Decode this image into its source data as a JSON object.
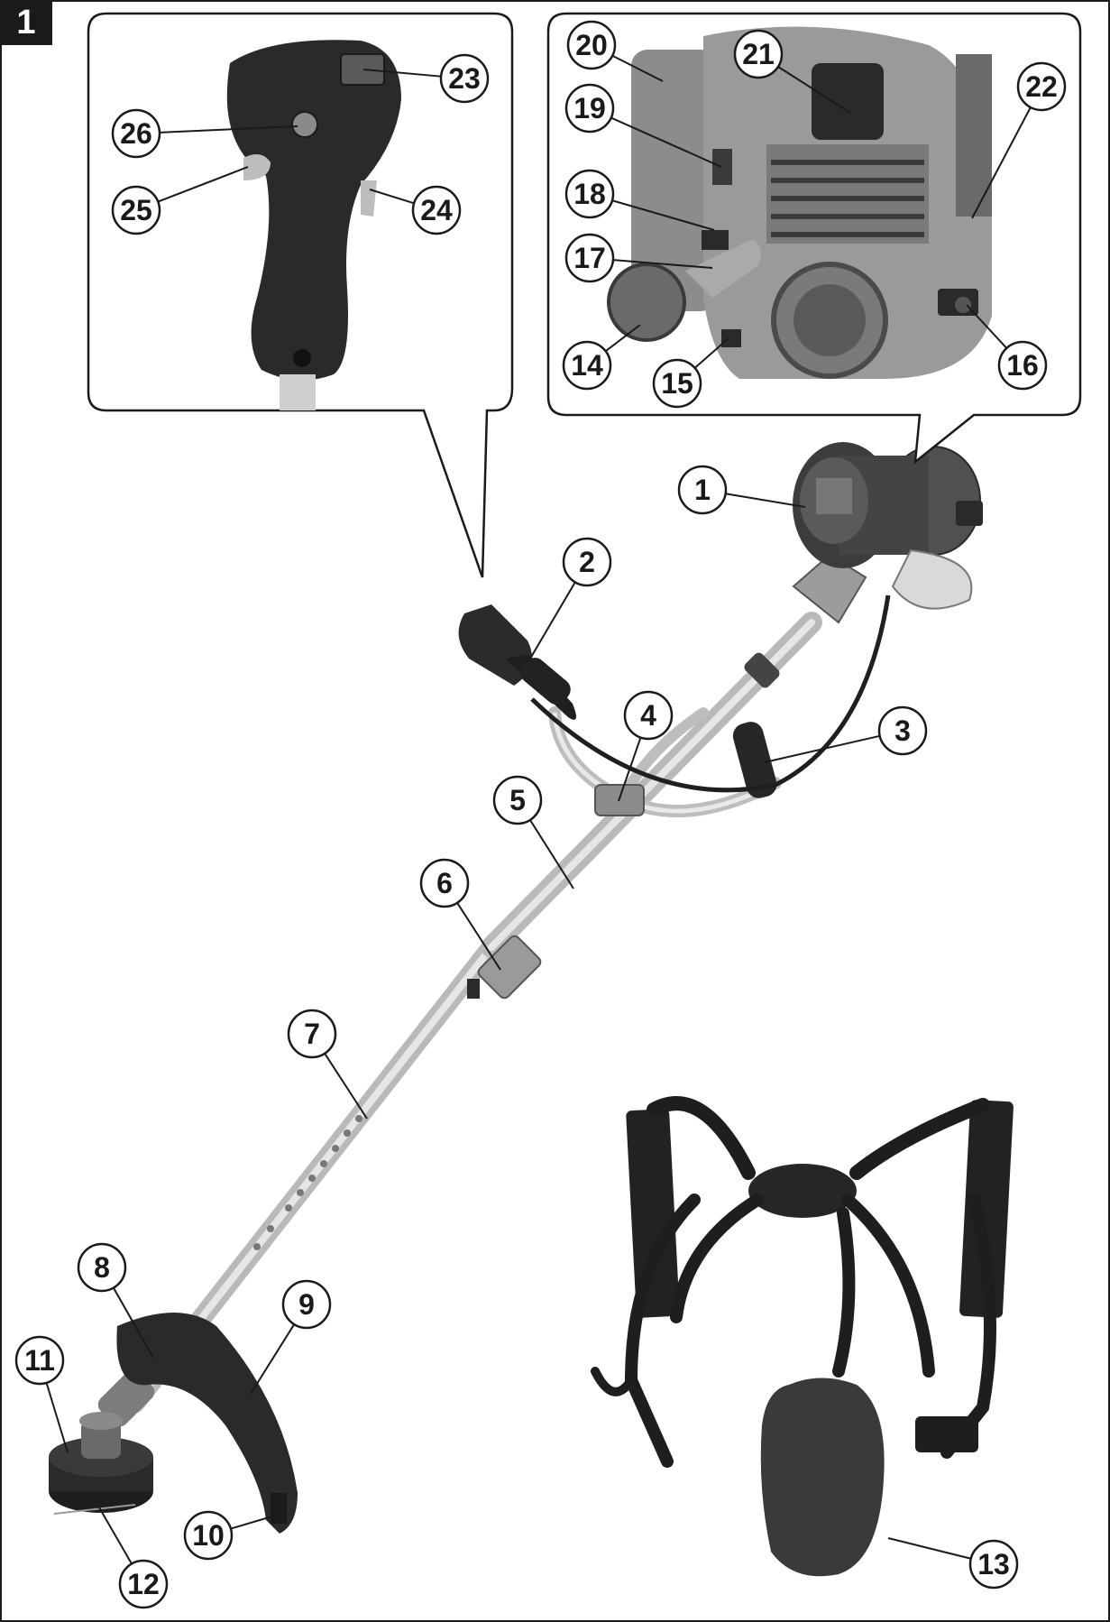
{
  "figure": {
    "number": "1"
  },
  "colors": {
    "ink": "#1a1a1a",
    "body": "#4a4a4a",
    "dark": "#2b2b2b",
    "metal": "#cfcfcf",
    "panel_bg": "#ffffff"
  },
  "callouts": [
    {
      "id": "c1",
      "label": "1"
    },
    {
      "id": "c2",
      "label": "2"
    },
    {
      "id": "c3",
      "label": "3"
    },
    {
      "id": "c4",
      "label": "4"
    },
    {
      "id": "c5",
      "label": "5"
    },
    {
      "id": "c6",
      "label": "6"
    },
    {
      "id": "c7",
      "label": "7"
    },
    {
      "id": "c8",
      "label": "8"
    },
    {
      "id": "c9",
      "label": "9"
    },
    {
      "id": "c10",
      "label": "10"
    },
    {
      "id": "c11",
      "label": "11"
    },
    {
      "id": "c12",
      "label": "12"
    },
    {
      "id": "c13",
      "label": "13"
    },
    {
      "id": "c14",
      "label": "14"
    },
    {
      "id": "c15",
      "label": "15"
    },
    {
      "id": "c16",
      "label": "16"
    },
    {
      "id": "c17",
      "label": "17"
    },
    {
      "id": "c18",
      "label": "18"
    },
    {
      "id": "c19",
      "label": "19"
    },
    {
      "id": "c20",
      "label": "20"
    },
    {
      "id": "c21",
      "label": "21"
    },
    {
      "id": "c22",
      "label": "22"
    },
    {
      "id": "c23",
      "label": "23"
    },
    {
      "id": "c24",
      "label": "24"
    },
    {
      "id": "c25",
      "label": "25"
    },
    {
      "id": "c26",
      "label": "26"
    }
  ]
}
